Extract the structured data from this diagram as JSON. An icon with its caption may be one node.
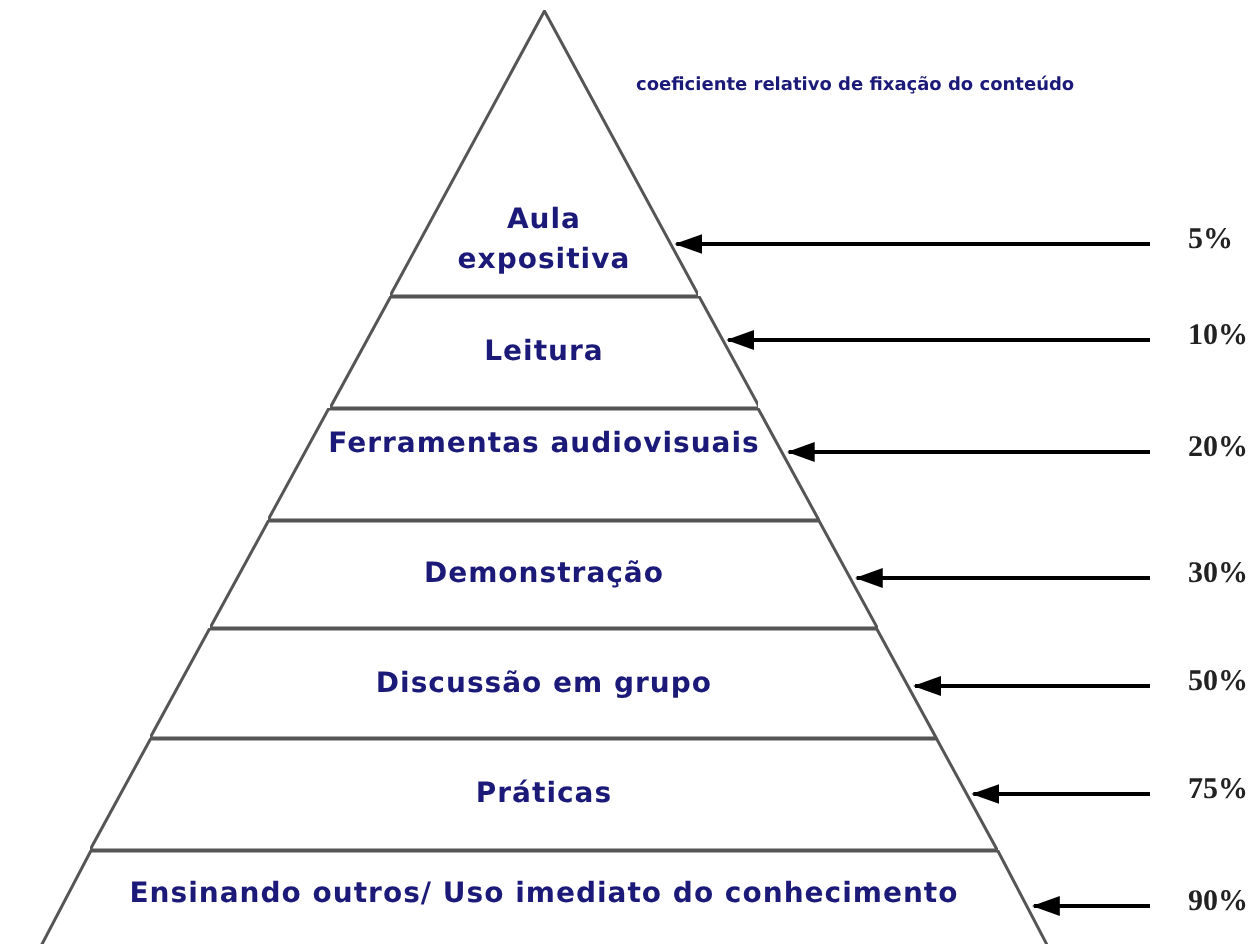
{
  "diagram": {
    "title": "coeficiente relativo de fixação do conteúdo",
    "nodes": [
      {
        "text": [
          "Aula expositiva"
        ]
      },
      {
        "text": [
          "Leitura"
        ]
      },
      {
        "text": [
          "Ferramentas audiovisuais"
        ]
      },
      {
        "text": [
          "Demonstração"
        ]
      },
      {
        "text": [
          "Discussão em grupo"
        ]
      },
      {
        "text": [
          "Práticas"
        ]
      },
      {
        "text": [
          "Ensinando outros/ Uso imediato do conhecimento"
        ]
      },
      {
        "text": [
          "5%"
        ]
      },
      {
        "text": [
          "10%"
        ]
      },
      {
        "text": [
          "20%"
        ]
      },
      {
        "text": [
          "30%"
        ]
      },
      {
        "text": [
          "50%"
        ]
      },
      {
        "text": [
          "75%"
        ]
      },
      {
        "text": [
          "90%"
        ]
      }
    ],
    "edges": [
      {
        "from": 7,
        "to": 0,
        "arrow": "to"
      },
      {
        "from": 8,
        "to": 1,
        "arrow": "to"
      },
      {
        "from": 9,
        "to": 2,
        "arrow": "to"
      },
      {
        "from": 10,
        "to": 3,
        "arrow": "to"
      },
      {
        "from": 11,
        "to": 4,
        "arrow": "to"
      },
      {
        "from": 12,
        "to": 5,
        "arrow": "to"
      },
      {
        "from": 13,
        "to": 6,
        "arrow": "to"
      }
    ]
  }
}
